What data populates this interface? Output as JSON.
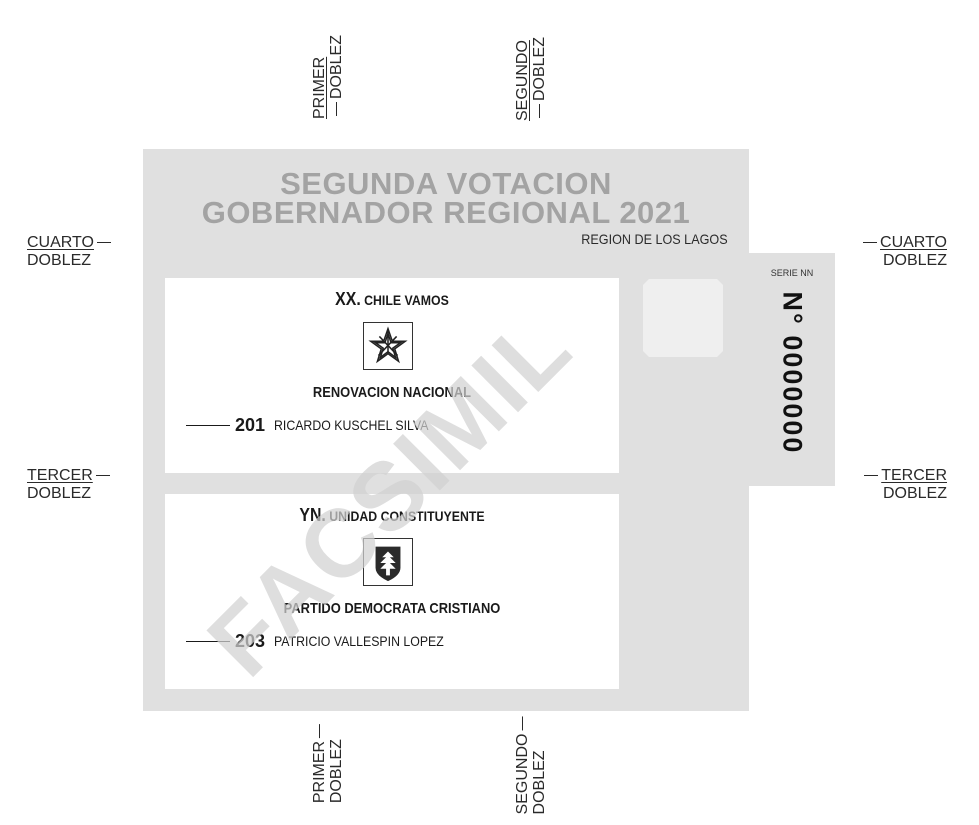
{
  "ballot": {
    "title_line1": "SEGUNDA VOTACION",
    "title_line2": "GOBERNADOR REGIONAL 2021",
    "region": "REGION DE LOS LAGOS",
    "serie_label": "SERIE NN",
    "serial_number": "N° 0000000",
    "watermark": "FACSIMIL"
  },
  "options": [
    {
      "pact_code": "XX.",
      "pact_name": "CHILE VAMOS",
      "party": "RENOVACION NACIONAL",
      "logo_icon": "star-emblem-icon",
      "number": "201",
      "candidate": "RICARDO KUSCHEL SILVA"
    },
    {
      "pact_code": "YN.",
      "pact_name": "UNIDAD CONSTITUYENTE",
      "party": "PARTIDO DEMOCRATA CRISTIANO",
      "logo_icon": "arrow-shield-icon",
      "number": "203",
      "candidate": "PATRICIO VALLESPIN LOPEZ"
    }
  ],
  "folds": {
    "first": {
      "word1": "PRIMER",
      "word2": "DOBLEZ"
    },
    "second": {
      "word1": "SEGUNDO",
      "word2": "DOBLEZ"
    },
    "third": {
      "word1": "TERCER",
      "word2": "DOBLEZ"
    },
    "fourth": {
      "word1": "CUARTO",
      "word2": "DOBLEZ"
    }
  },
  "colors": {
    "ballot_gray": "#e0e0e0",
    "title_gray": "#a3a3a3",
    "text_dark": "#1a1a1a"
  }
}
